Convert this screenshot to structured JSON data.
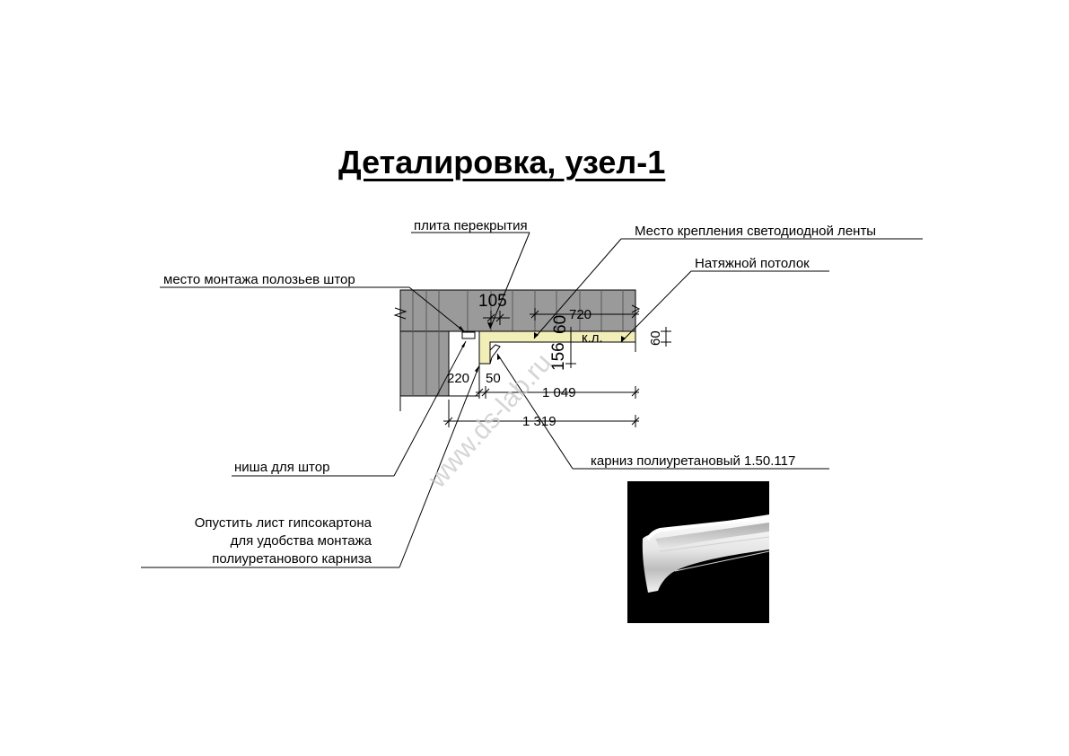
{
  "title": "Деталировка, узел-1",
  "labels": {
    "slab": "плита перекрытия",
    "led_mount": "Место крепления светодиодной ленты",
    "stretch_ceiling": "Натяжной потолок",
    "curtain_rail_mount": "место монтажа полозьев штор",
    "curtain_niche": "ниша для штор",
    "drywall_note_line1": "Опустить лист гипсокартона",
    "drywall_note_line2": "для удобства монтажа",
    "drywall_note_line3": "полиуретанового  карниза",
    "cornice": "карниз полиуретановый 1.50.117"
  },
  "dimensions": {
    "d105": "105",
    "d720": "720",
    "d60_vert": "60",
    "d60_right": "60",
    "d156": "156",
    "d220": "220",
    "d50": "50",
    "d1049": "1 049",
    "d1319": "1 319",
    "d_kl": "к.л."
  },
  "watermark": "www.ds-lab.ru",
  "colors": {
    "slab": "#9a9a9a",
    "yellow": "#f2eeb8",
    "photo_bg": "#000000"
  }
}
